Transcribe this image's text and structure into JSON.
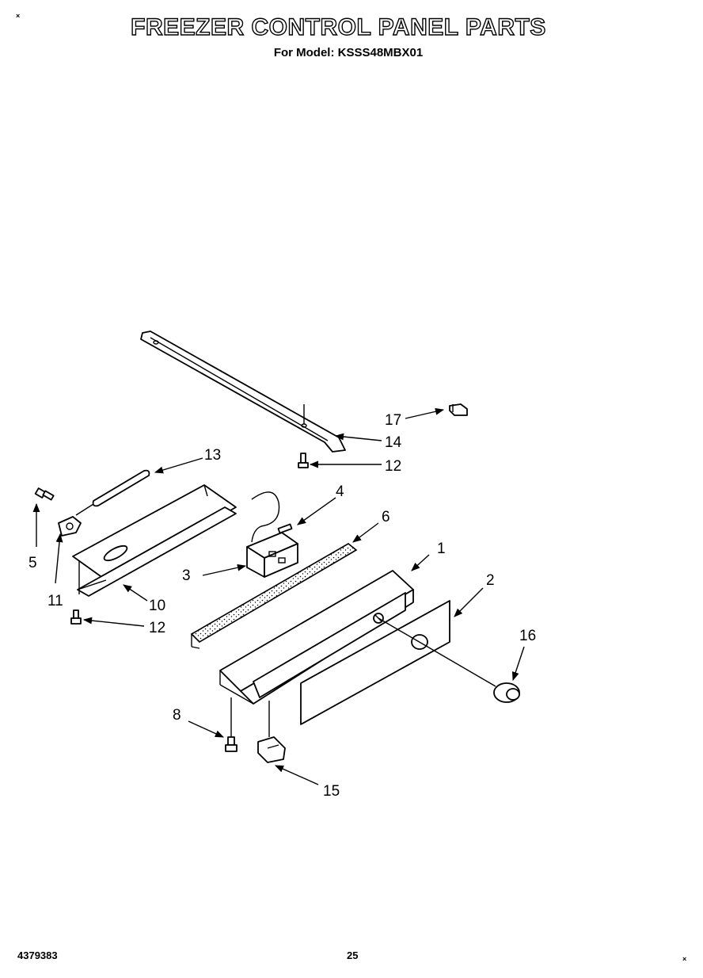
{
  "header": {
    "title": "FREEZER CONTROL PANEL PARTS",
    "subtitle": "For Model: KSSS48MBX01"
  },
  "footer": {
    "doc_number": "4379383",
    "page_number": "25"
  },
  "corner_marks": [
    "×",
    "×"
  ],
  "callouts": {
    "c1": "1",
    "c2": "2",
    "c3": "3",
    "c4": "4",
    "c5": "5",
    "c6": "6",
    "c8": "8",
    "c10": "10",
    "c11": "11",
    "c12a": "12",
    "c12b": "12",
    "c13": "13",
    "c14": "14",
    "c15": "15",
    "c16": "16",
    "c17": "17"
  }
}
